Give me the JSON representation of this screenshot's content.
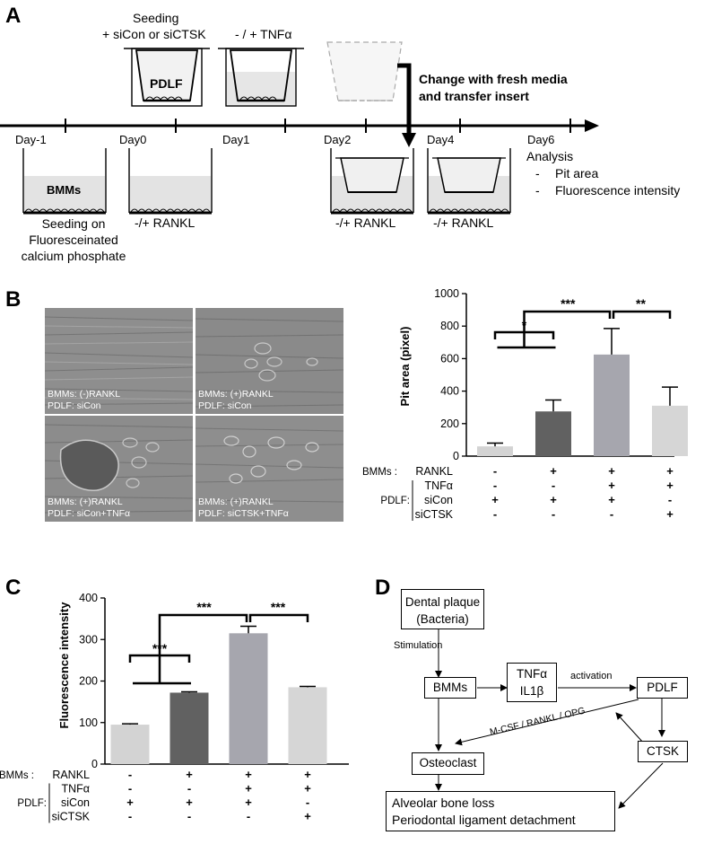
{
  "panel_labels": {
    "a": "A",
    "b": "B",
    "c": "C",
    "d": "D"
  },
  "timeline": {
    "top_captions": {
      "seeding": "Seeding",
      "seeding_sub": "+ siCon or siCTSK",
      "tnf": "- / + TNFα",
      "change_1": "Change with fresh media",
      "change_2": "and transfer insert"
    },
    "insert_label": "PDLF",
    "days": [
      "Day-1",
      "Day0",
      "Day1",
      "Day2",
      "Day4",
      "Day6"
    ],
    "bmm_label": "BMMs",
    "seeding_bottom": [
      "Seeding on",
      "Fluoresceinated",
      "calcium phosphate"
    ],
    "rankl_labels": [
      "-/+ RANKL",
      "-/+ RANKL",
      "-/+ RANKL"
    ],
    "analysis_title": "Analysis",
    "analysis_items": [
      "Pit area",
      "Fluorescence intensity"
    ],
    "bullet": "-"
  },
  "micrographs": [
    {
      "line1": "BMMs: (-)RANKL",
      "line2": "PDLF: siCon"
    },
    {
      "line1": "BMMs: (+)RANKL",
      "line2": "PDLF: siCon"
    },
    {
      "line1": "BMMs: (+)RANKL",
      "line2": "PDLF: siCon+TNFα"
    },
    {
      "line1": "BMMs: (+)RANKL",
      "line2": "PDLF: siCTSK+TNFα"
    }
  ],
  "condition_table": {
    "bmms_label": "BMMs :",
    "pdlf_label": "PDLF:",
    "rows": [
      {
        "name": "RANKL",
        "values": [
          "-",
          "+",
          "+",
          "+"
        ]
      },
      {
        "name": "TNFα",
        "values": [
          "-",
          "-",
          "+",
          "+"
        ]
      },
      {
        "name": "siCon",
        "values": [
          "+",
          "+",
          "+",
          "-"
        ]
      },
      {
        "name": "siCTSK",
        "values": [
          "-",
          "-",
          "-",
          "+"
        ]
      }
    ]
  },
  "chart_data": [
    {
      "type": "bar",
      "ylabel": "Pit area (pixel)",
      "ylim": [
        0,
        1000
      ],
      "yticks": [
        "0",
        "200",
        "400",
        "600",
        "800",
        "1000"
      ],
      "values": [
        60,
        275,
        625,
        310
      ],
      "errors": [
        20,
        70,
        160,
        115
      ],
      "colors": [
        "#d3d3d3",
        "#616161",
        "#a6a6ae",
        "#d6d6d6"
      ],
      "significance": [
        "*",
        "***",
        "**"
      ]
    },
    {
      "type": "bar",
      "ylabel": "Fluorescence intensity",
      "ylim": [
        0,
        400
      ],
      "yticks": [
        "0",
        "100",
        "200",
        "300",
        "400"
      ],
      "values": [
        95,
        172,
        315,
        185
      ],
      "errors": [
        2,
        2,
        17,
        2
      ],
      "colors": [
        "#d3d3d3",
        "#616161",
        "#a6a6ae",
        "#d6d6d6"
      ],
      "significance": [
        "***",
        "***",
        "***"
      ]
    }
  ],
  "diagram": {
    "plaque_1": "Dental plaque",
    "plaque_2": "(Bacteria)",
    "stimulation": "Stimulation",
    "bmms": "BMMs",
    "tnf": "TNFα",
    "il1b": "IL1β",
    "activation": "activation",
    "pdlf": "PDLF",
    "mediators": "M-CSF / RANKL / OPG",
    "ctsk": "CTSK",
    "osteoclast": "Osteoclast",
    "outcome_1": "Alveolar bone loss",
    "outcome_2": "Periodontal ligament detachment"
  }
}
